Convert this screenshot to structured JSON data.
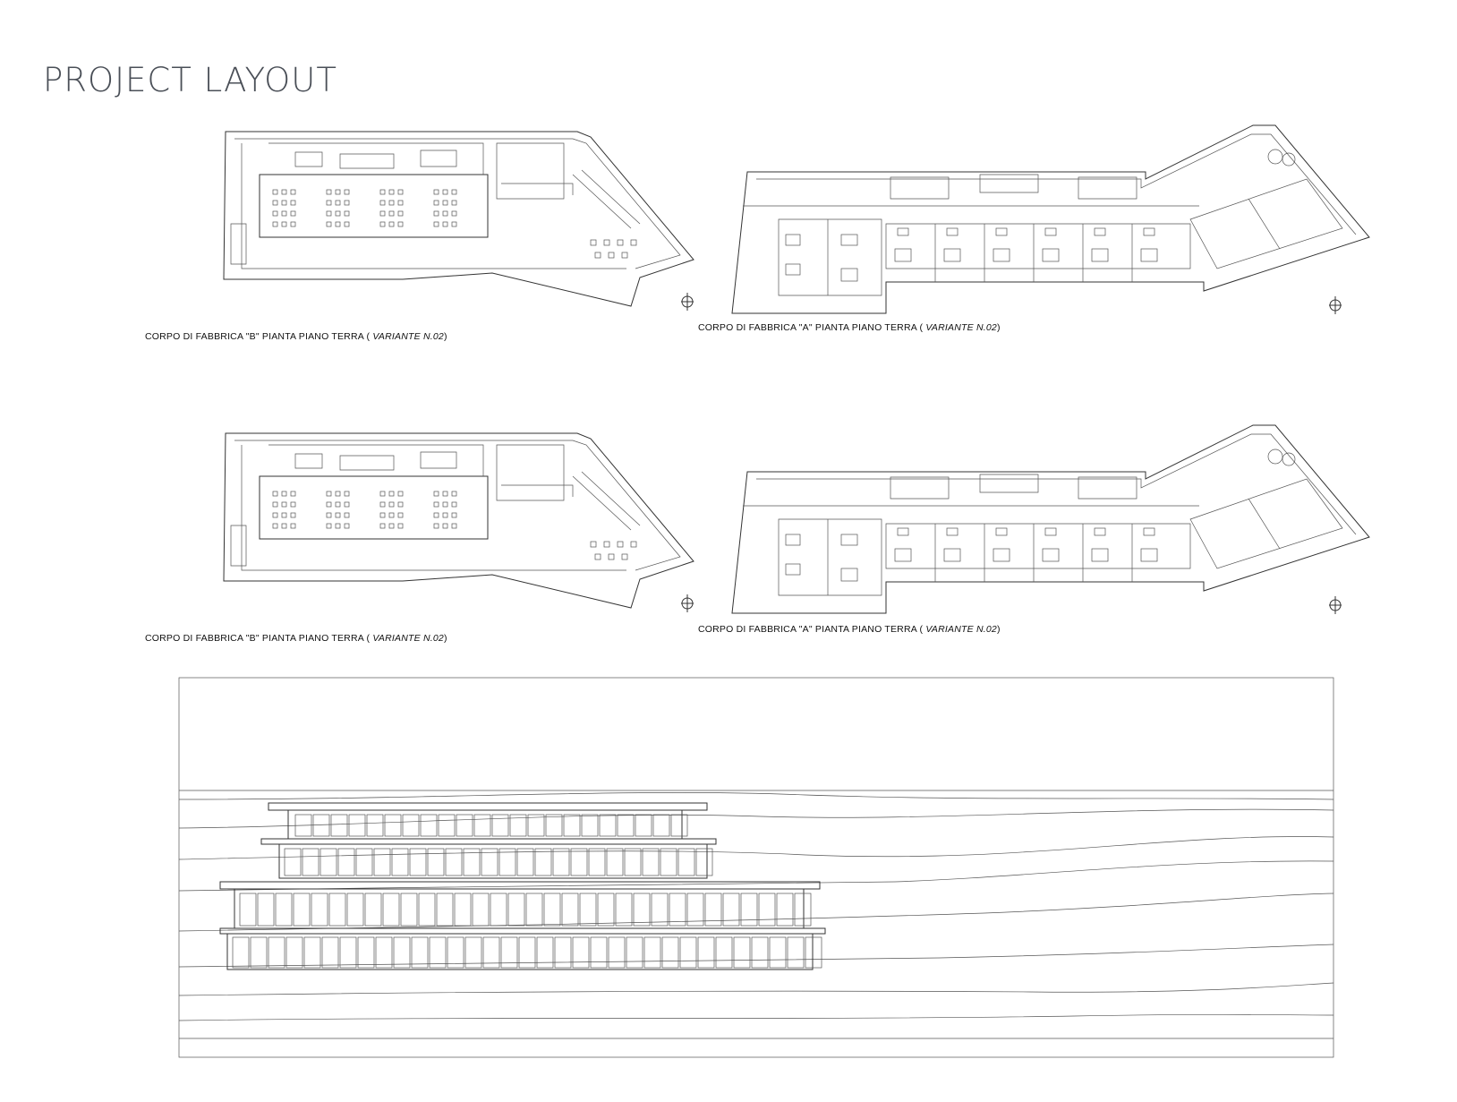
{
  "page": {
    "title": "PROJECT LAYOUT"
  },
  "plans": [
    {
      "caption_main": "CORPO DI FABBRICA \"B\" PIANTA PIANO TERRA (",
      "caption_italic": "VARIANTE N.02",
      "caption_end": ")"
    },
    {
      "caption_main": "CORPO DI FABBRICA \"A\" PIANTA PIANO TERRA (",
      "caption_italic": "VARIANTE N.02",
      "caption_end": ")"
    },
    {
      "caption_main": "CORPO DI FABBRICA \"B\" PIANTA PIANO TERRA (",
      "caption_italic": "VARIANTE N.02",
      "caption_end": ")"
    },
    {
      "caption_main": "CORPO DI FABBRICA \"A\" PIANTA PIANO TERRA (",
      "caption_italic": "VARIANTE N.02",
      "caption_end": ")"
    }
  ],
  "elevation": {},
  "icons": {
    "north_arrow": "north-arrow-icon"
  }
}
